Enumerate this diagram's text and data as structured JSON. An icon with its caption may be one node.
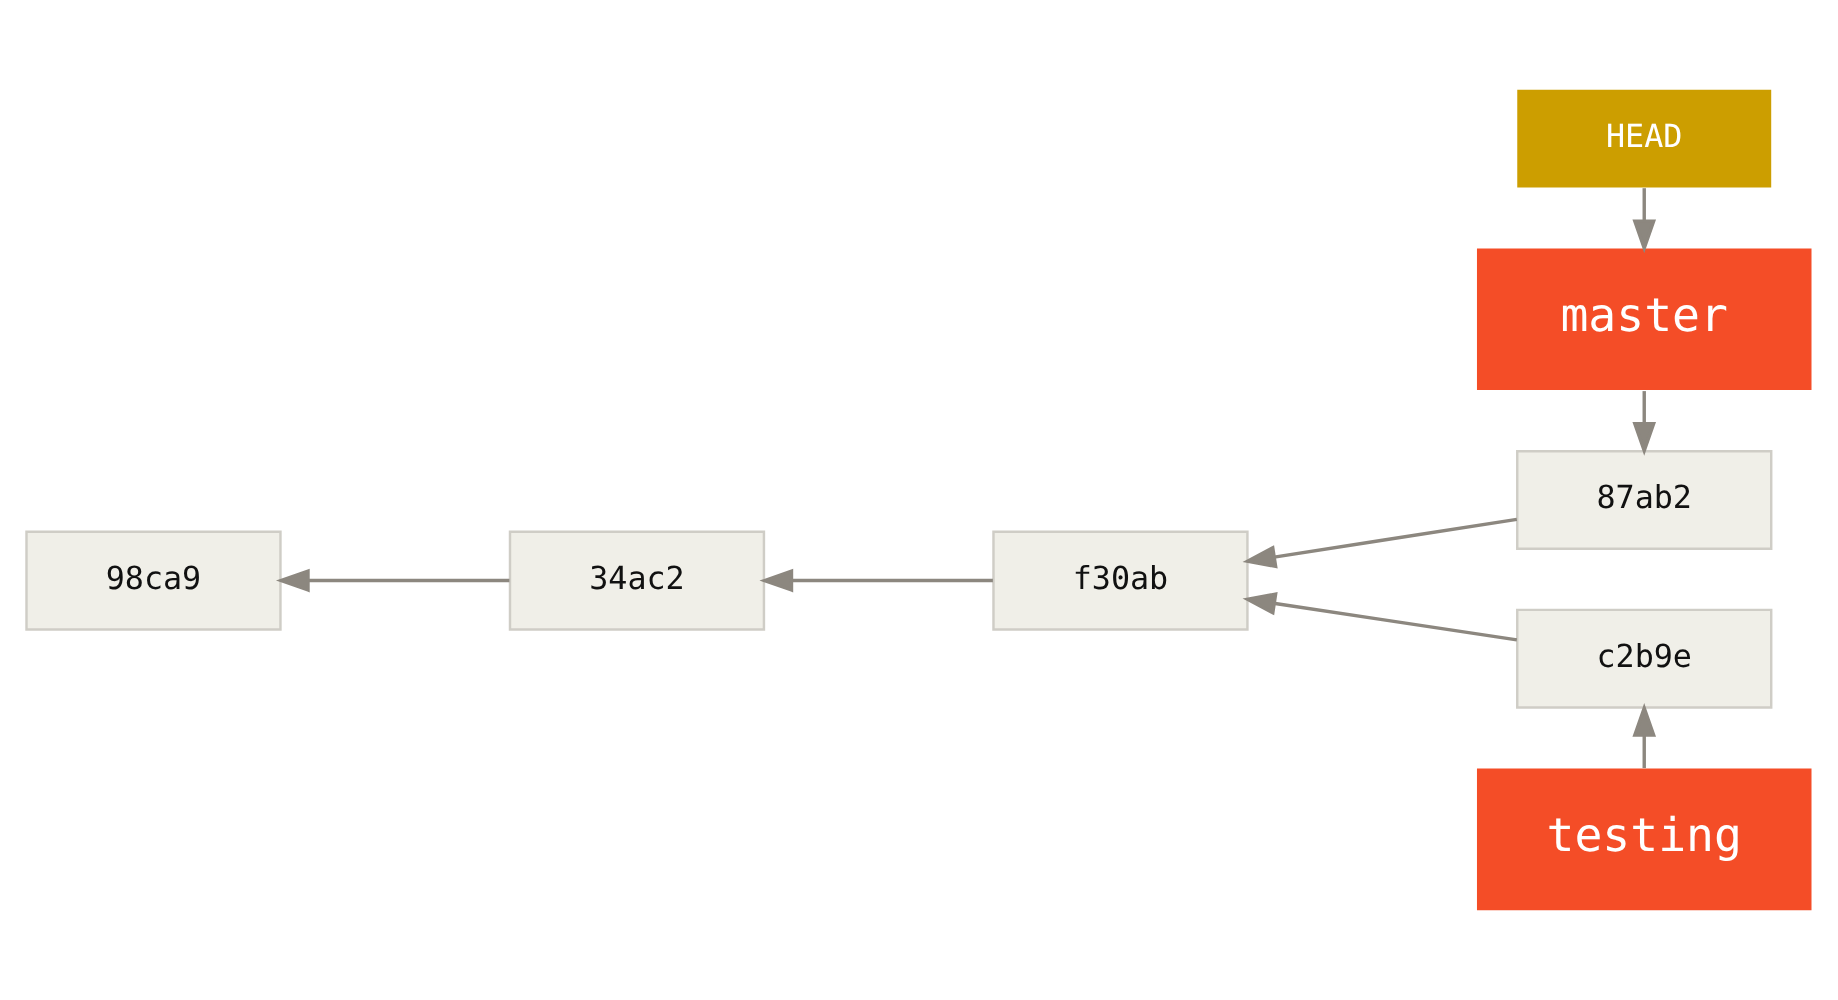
{
  "diagram": {
    "nodes": [
      {
        "text": [
          "HEAD"
        ]
      },
      {
        "text": [
          "master"
        ]
      },
      {
        "text": [
          "87ab2"
        ]
      },
      {
        "text": [
          "98ca9"
        ]
      },
      {
        "text": [
          "34ac2"
        ]
      },
      {
        "text": [
          "f30ab"
        ]
      },
      {
        "text": [
          "c2b9e"
        ]
      },
      {
        "text": [
          "testing"
        ]
      }
    ],
    "edges": [
      {
        "from": 0,
        "to": 1,
        "arrow": "to"
      },
      {
        "from": 1,
        "to": 2,
        "arrow": "to"
      },
      {
        "from": 2,
        "to": 5,
        "arrow": "to"
      },
      {
        "from": 5,
        "to": 4,
        "arrow": "to"
      },
      {
        "from": 4,
        "to": 3,
        "arrow": "to"
      },
      {
        "from": 6,
        "to": 5,
        "arrow": "to"
      },
      {
        "from": 7,
        "to": 6,
        "arrow": "to"
      }
    ]
  }
}
